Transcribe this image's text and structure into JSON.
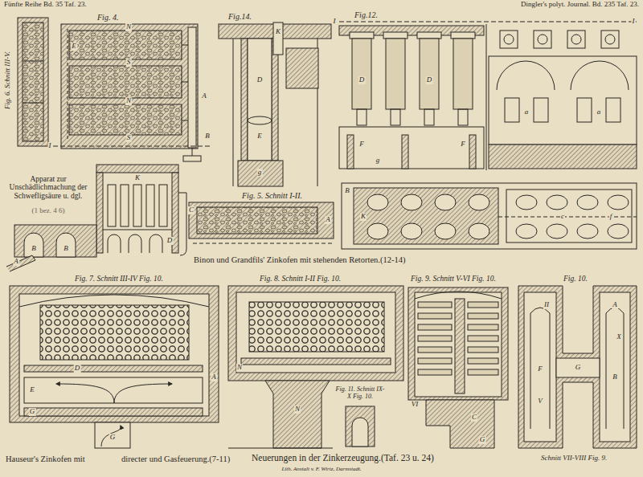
{
  "diagram": {
    "labels": [
      "Fünfte Reihe Bd. 35 Taf. 23.",
      "Dingler's polyt. Journal. Bd. 235 Taf. 23.",
      "Fig. 4.",
      "Fig. 6. Schnitt III-V.",
      "Fig.14.",
      "Fig.12.",
      "Apparat zur Unschädlichmachung der Schwefligsäure u. dgl.",
      "(1 bez. 4 6)",
      "Fig. 5. Schnitt I-II.",
      "Binon und Grandfils' Zinkofen mit stehenden Retorten.(12-14)",
      "Fig. 7. Schnitt III-IV Fig. 10.",
      "Fig. 8. Schnitt I-II Fig. 10.",
      "Fig. 9. Schnitt V-VI Fig. 10.",
      "Fig. 10.",
      "Fig. 11. Schnitt IX-X Fig. 10.",
      "Hauseur's Zinkofen mit",
      "directer und Gasfeuerung.(7-11)",
      "Neuerungen in der Zinkerzeugung.(Taf. 23 u. 24)",
      "Schnitt VII-VIII Fig. 9.",
      "Lith. Anstalt v. F. Wirtz, Darmstadt.",
      "N",
      "S",
      "N",
      "S",
      "E",
      "A",
      "B",
      "I",
      "K",
      "A",
      "B",
      "B",
      "C",
      "D",
      "D",
      "K",
      "E",
      "g",
      "D",
      "D",
      "F",
      "F",
      "g",
      "I",
      "I",
      "a",
      "a",
      "A",
      "B",
      "K",
      "c",
      "f",
      "E",
      "D",
      "G",
      "A",
      "G",
      "N",
      "N",
      "C",
      "G",
      "VI",
      "A",
      "B",
      "F",
      "X",
      "V",
      "G",
      "II"
    ]
  }
}
